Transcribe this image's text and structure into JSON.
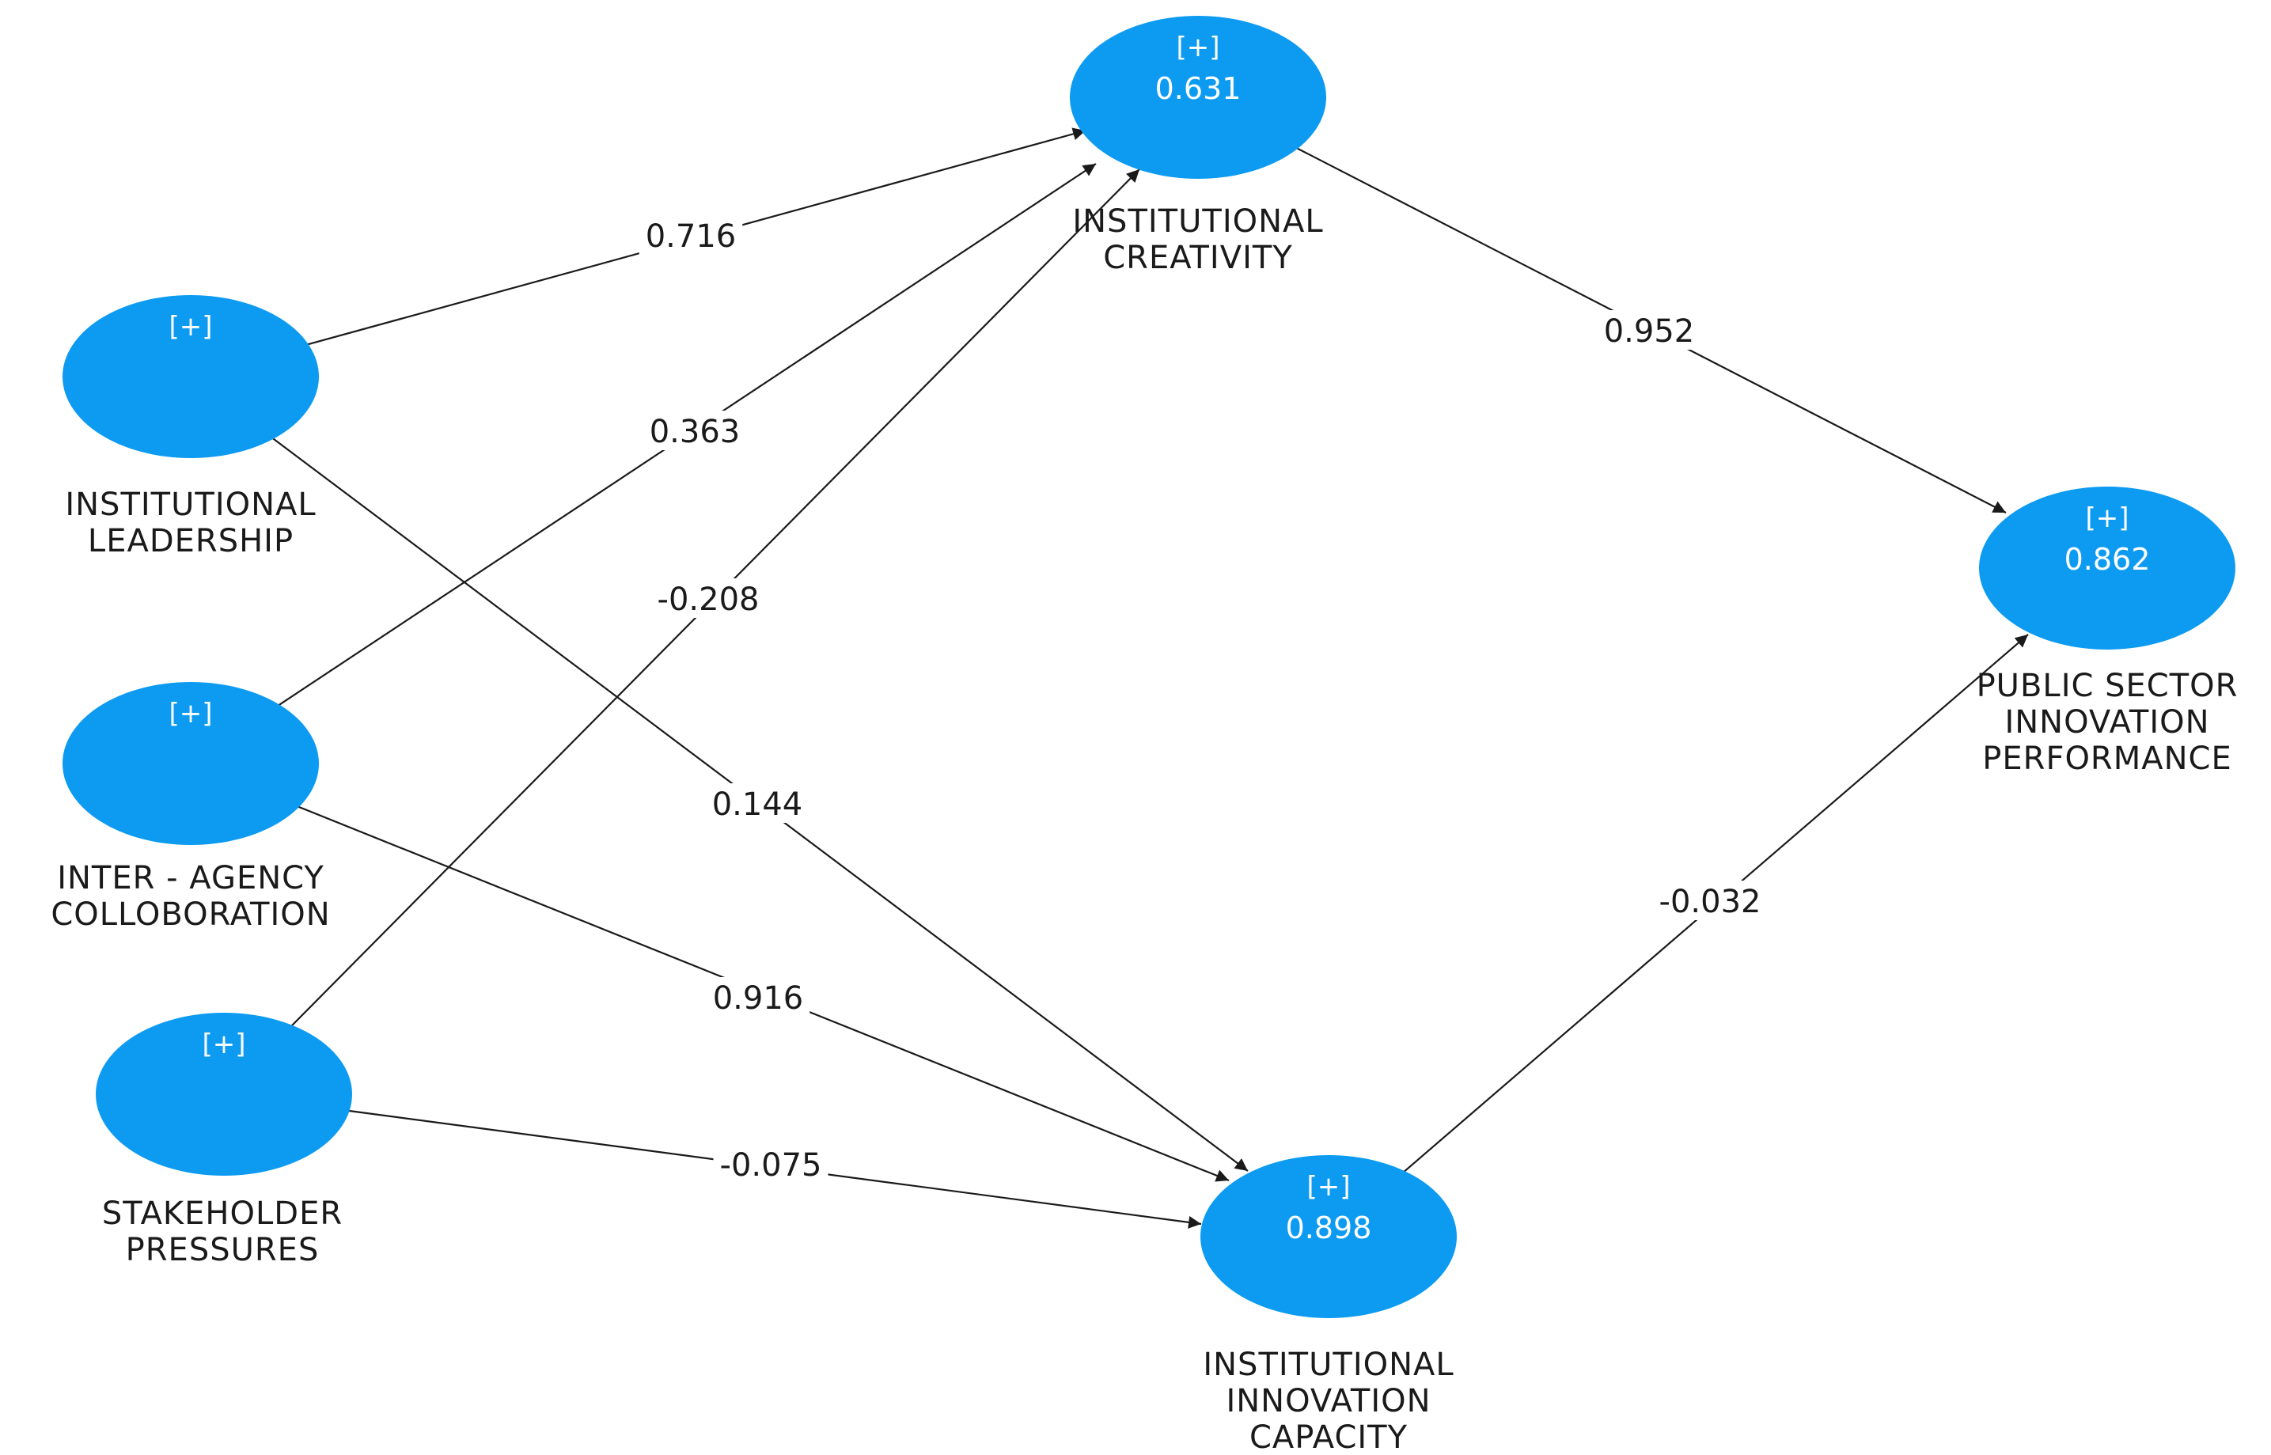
{
  "nodes": {
    "leadership": {
      "expand": "[+]",
      "value": "",
      "label": [
        "INSTITUTIONAL",
        "LEADERSHIP"
      ]
    },
    "collaboration": {
      "expand": "[+]",
      "value": "",
      "label": [
        "INTER - AGENCY",
        "COLLOBORATION"
      ]
    },
    "stakeholder": {
      "expand": "[+]",
      "value": "",
      "label": [
        "STAKEHOLDER",
        "PRESSURES"
      ]
    },
    "creativity": {
      "expand": "[+]",
      "value": "0.631",
      "label": [
        "INSTITUTIONAL",
        "CREATIVITY"
      ]
    },
    "capacity": {
      "expand": "[+]",
      "value": "0.898",
      "label": [
        "INSTITUTIONAL",
        "INNOVATION",
        "CAPACITY"
      ]
    },
    "performance": {
      "expand": "[+]",
      "value": "0.862",
      "label": [
        "PUBLIC SECTOR",
        "INNOVATION",
        "PERFORMANCE"
      ]
    }
  },
  "edges": [
    {
      "from": "leadership",
      "to": "creativity",
      "coefficient": "0.716"
    },
    {
      "from": "collaboration",
      "to": "creativity",
      "coefficient": "0.363"
    },
    {
      "from": "stakeholder",
      "to": "creativity",
      "coefficient": "-0.208"
    },
    {
      "from": "leadership",
      "to": "capacity",
      "coefficient": "0.144"
    },
    {
      "from": "collaboration",
      "to": "capacity",
      "coefficient": "0.916"
    },
    {
      "from": "stakeholder",
      "to": "capacity",
      "coefficient": "-0.075"
    },
    {
      "from": "creativity",
      "to": "performance",
      "coefficient": "0.952"
    },
    {
      "from": "capacity",
      "to": "performance",
      "coefficient": "-0.032"
    }
  ]
}
